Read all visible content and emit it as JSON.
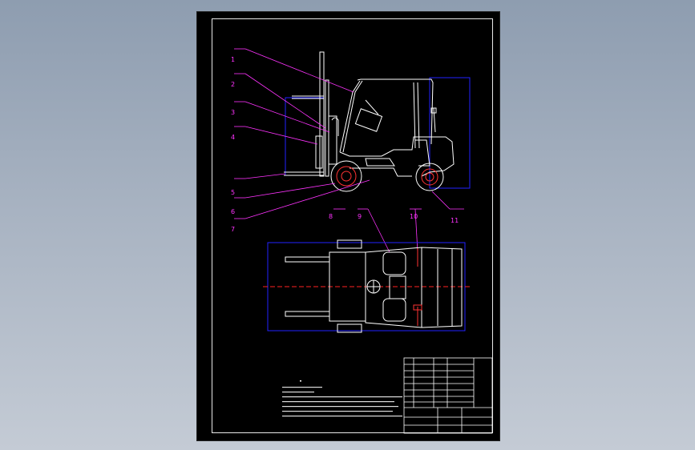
{
  "drawing": {
    "part_numbers": [
      "1",
      "2",
      "3",
      "4",
      "5",
      "6",
      "7",
      "8",
      "9",
      "10",
      "11"
    ],
    "colors": {
      "background": "#000000",
      "outline": "#ffffff",
      "leader": "#ff33ff",
      "bbox": "#2222ff",
      "centerline": "#ff2222"
    }
  }
}
